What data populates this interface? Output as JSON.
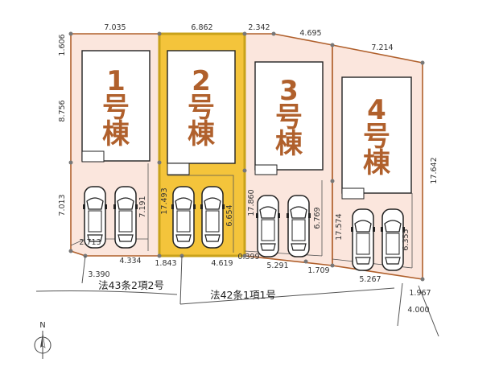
{
  "colors": {
    "lot_fill": "#fbe6dd",
    "lot_border": "#b0602c",
    "highlight_fill": "#f4c43b",
    "highlight_border": "#c9a21a",
    "building_fill": "#ffffff",
    "building_border": "#222222",
    "label_color": "#b0602c",
    "road_line": "#555555"
  },
  "lots": [
    {
      "label_number": "1",
      "label_suffix": [
        "号",
        "棟"
      ],
      "highlighted": false
    },
    {
      "label_number": "2",
      "label_suffix": [
        "号",
        "棟"
      ],
      "highlighted": true
    },
    {
      "label_number": "3",
      "label_suffix": [
        "号",
        "棟"
      ],
      "highlighted": false
    },
    {
      "label_number": "4",
      "label_suffix": [
        "号",
        "棟"
      ],
      "highlighted": false
    }
  ],
  "dimensions": {
    "top_1": "7.035",
    "top_2": "6.862",
    "top_3a": "2.342",
    "top_3b": "4.695",
    "top_4": "7.214",
    "left_top": "1.606",
    "left_mid": "8.756",
    "left_bottom": "7.013",
    "lot1_parking": "7.191",
    "lot1_diag": "2.713",
    "lot1_bottom": "4.334",
    "lot2_side": "17.493",
    "lot2_parking": "6.654",
    "lot2_front_left": "1.843",
    "lot2_bottom": "4.619",
    "lot2_corner": "0.399",
    "lot3_side": "17.860",
    "lot3_parking": "6.769",
    "lot3_bottom": "5.291",
    "lot3_corner": "1.709",
    "lot4_side": "17.574",
    "lot4_parking": "6.355",
    "lot4_bottom": "5.267",
    "right_side": "17.642",
    "right_corner": "1.967",
    "road_width_left": "3.390",
    "road_width_right": "4.000"
  },
  "roads": {
    "left": "法43条2項2号",
    "right": "法42条1項1号"
  },
  "north": {
    "label": "N",
    "icon": "north-arrow-icon"
  }
}
